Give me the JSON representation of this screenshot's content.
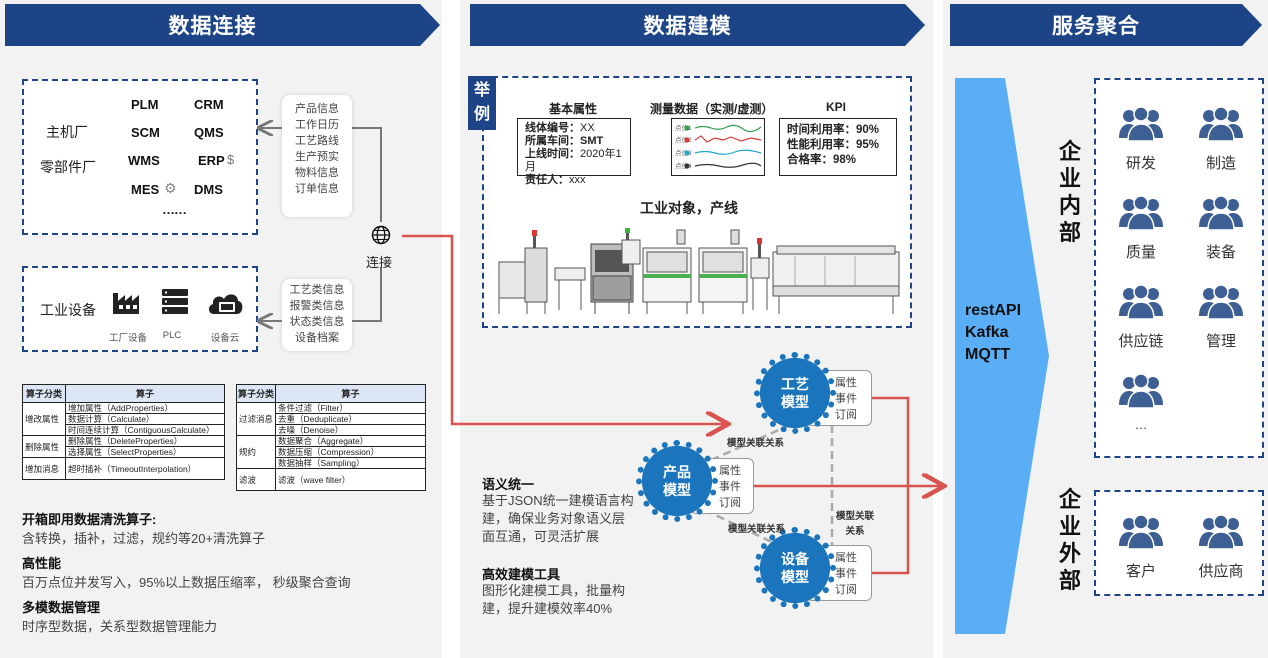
{
  "banners": {
    "data_connect": "数据连接",
    "data_modeling": "数据建模",
    "service_agg": "服务聚合"
  },
  "connect": {
    "parties": [
      "主机厂",
      "零部件厂"
    ],
    "systems": [
      "PLM",
      "CRM",
      "SCM",
      "QMS",
      "WMS",
      "ERP",
      "MES",
      "DMS",
      "……"
    ],
    "info_top": [
      "产品信息",
      "工作日历",
      "工艺路线",
      "生产预实",
      "物料信息",
      "订单信息"
    ],
    "info_bottom": [
      "工艺类信息",
      "报警类信息",
      "状态类信息",
      "设备档案"
    ],
    "connect_label": "连接",
    "industrial_device": "工业设备",
    "device_types": [
      "工厂设备",
      "PLC",
      "设备云"
    ]
  },
  "op_table_left": {
    "headers": [
      "算子分类",
      "算子"
    ],
    "groups": [
      {
        "category": "增改属性",
        "ops": [
          "增加属性（AddProperties）",
          "数据计算（Calculate）",
          "时间连续计算（ContiguousCalculate）"
        ]
      },
      {
        "category": "删除属性",
        "ops": [
          "删除属性（DeleteProperties）",
          "选择属性（SelectProperties）"
        ]
      },
      {
        "category": "增加消息",
        "ops": [
          "超时插补（TimeoutInterpolation）"
        ]
      }
    ]
  },
  "op_table_right": {
    "headers": [
      "算子分类",
      "算子"
    ],
    "groups": [
      {
        "category": "过滤消息",
        "ops": [
          "条件过滤（Filter）",
          "去重（Deduplicate）",
          "去噪（Denoise）"
        ]
      },
      {
        "category": "规约",
        "ops": [
          "数据聚合（Aggregate）",
          "数据压缩（Compression）",
          "数据抽样（Sampling）"
        ]
      },
      {
        "category": "滤波",
        "ops": [
          "滤波（wave filter）"
        ]
      }
    ]
  },
  "features_left": [
    {
      "title": "开箱即用数据清洗算子:",
      "desc": "含转换，插补，过滤，规约等20+清洗算子"
    },
    {
      "title": "高性能",
      "desc": "百万点位并发写入，95%以上数据压缩率， 秒级聚合查询"
    },
    {
      "title": "多模数据管理",
      "desc": "时序型数据，关系型数据管理能力"
    }
  ],
  "example": {
    "tag": "举例",
    "basic_title": "基本属性",
    "basic_lines": [
      {
        "k": "线体编号：",
        "v": "XX"
      },
      {
        "k": "所属车间：",
        "v": "SMT"
      },
      {
        "k": "上线时间：",
        "v": "2020年1月"
      },
      {
        "k": "责任人：",
        "v": "xxx"
      }
    ],
    "measure_title": "测量数据（实测/虚测）",
    "measure_points": [
      "点位1",
      "点位2",
      "点位3",
      "点位4"
    ],
    "kpi_title": "KPI",
    "kpi_lines": [
      {
        "k": "时间利用率：",
        "v": "90%"
      },
      {
        "k": "性能利用率：",
        "v": "95%"
      },
      {
        "k": "合格率：",
        "v": "98%"
      }
    ],
    "object_label": "工业对象，产线",
    "colors": [
      "#2e9e4f",
      "#d63b3b",
      "#1fa7c9",
      "#333333"
    ]
  },
  "models": {
    "process": "工艺\n模型",
    "product": "产品\n模型",
    "equipment": "设备\n模型",
    "attrs": [
      "属性",
      "事件",
      "订阅"
    ],
    "relation": "模型关联关系",
    "relation_split": [
      "模型关联",
      "关系"
    ]
  },
  "features_mid": [
    {
      "title": "语义统一",
      "desc": [
        "基于JSON统一建模语言构",
        "建，确保业务对象语义层",
        "面互通，可灵活扩展"
      ]
    },
    {
      "title": "高效建模工具",
      "desc": [
        "图形化建模工具，批量构",
        "建，提升建模效率40%"
      ]
    }
  ],
  "api": [
    "restAPI",
    "Kafka",
    "MQTT"
  ],
  "enterprise_internal": {
    "label": "企业内部",
    "items": [
      "研发",
      "制造",
      "质量",
      "装备",
      "供应链",
      "管理",
      "…"
    ]
  },
  "enterprise_external": {
    "label": "企业外部",
    "items": [
      "客户",
      "供应商"
    ]
  },
  "colors": {
    "banner": "#1c4486",
    "accent_red": "#d9534f",
    "gear": "#1b75bc",
    "arrow_blue": "#5aaef5",
    "person": "#3d5f94"
  }
}
